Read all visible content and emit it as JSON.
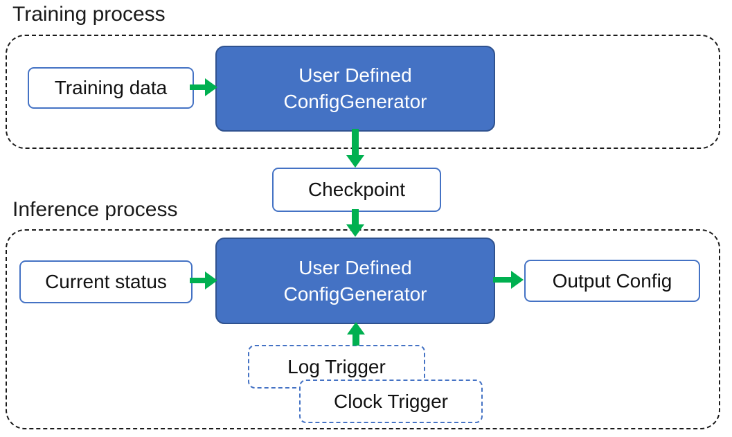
{
  "colors": {
    "generator_fill": "#4472C4",
    "generator_border": "#2F528F",
    "outline_blue": "#4472C4",
    "arrow_green": "#00B050",
    "container_dash": "#1a1a1a",
    "text_dark": "#111111",
    "text_light": "#ffffff"
  },
  "training": {
    "label": "Training process",
    "input": "Training data",
    "generator_line1": "User Defined",
    "generator_line2": "ConfigGenerator"
  },
  "checkpoint": {
    "label": "Checkpoint"
  },
  "inference": {
    "label": "Inference process",
    "input": "Current status",
    "generator_line1": "User Defined",
    "generator_line2": "ConfigGenerator",
    "output": "Output Config",
    "triggers": {
      "log": "Log Trigger",
      "clock": "Clock Trigger"
    }
  }
}
